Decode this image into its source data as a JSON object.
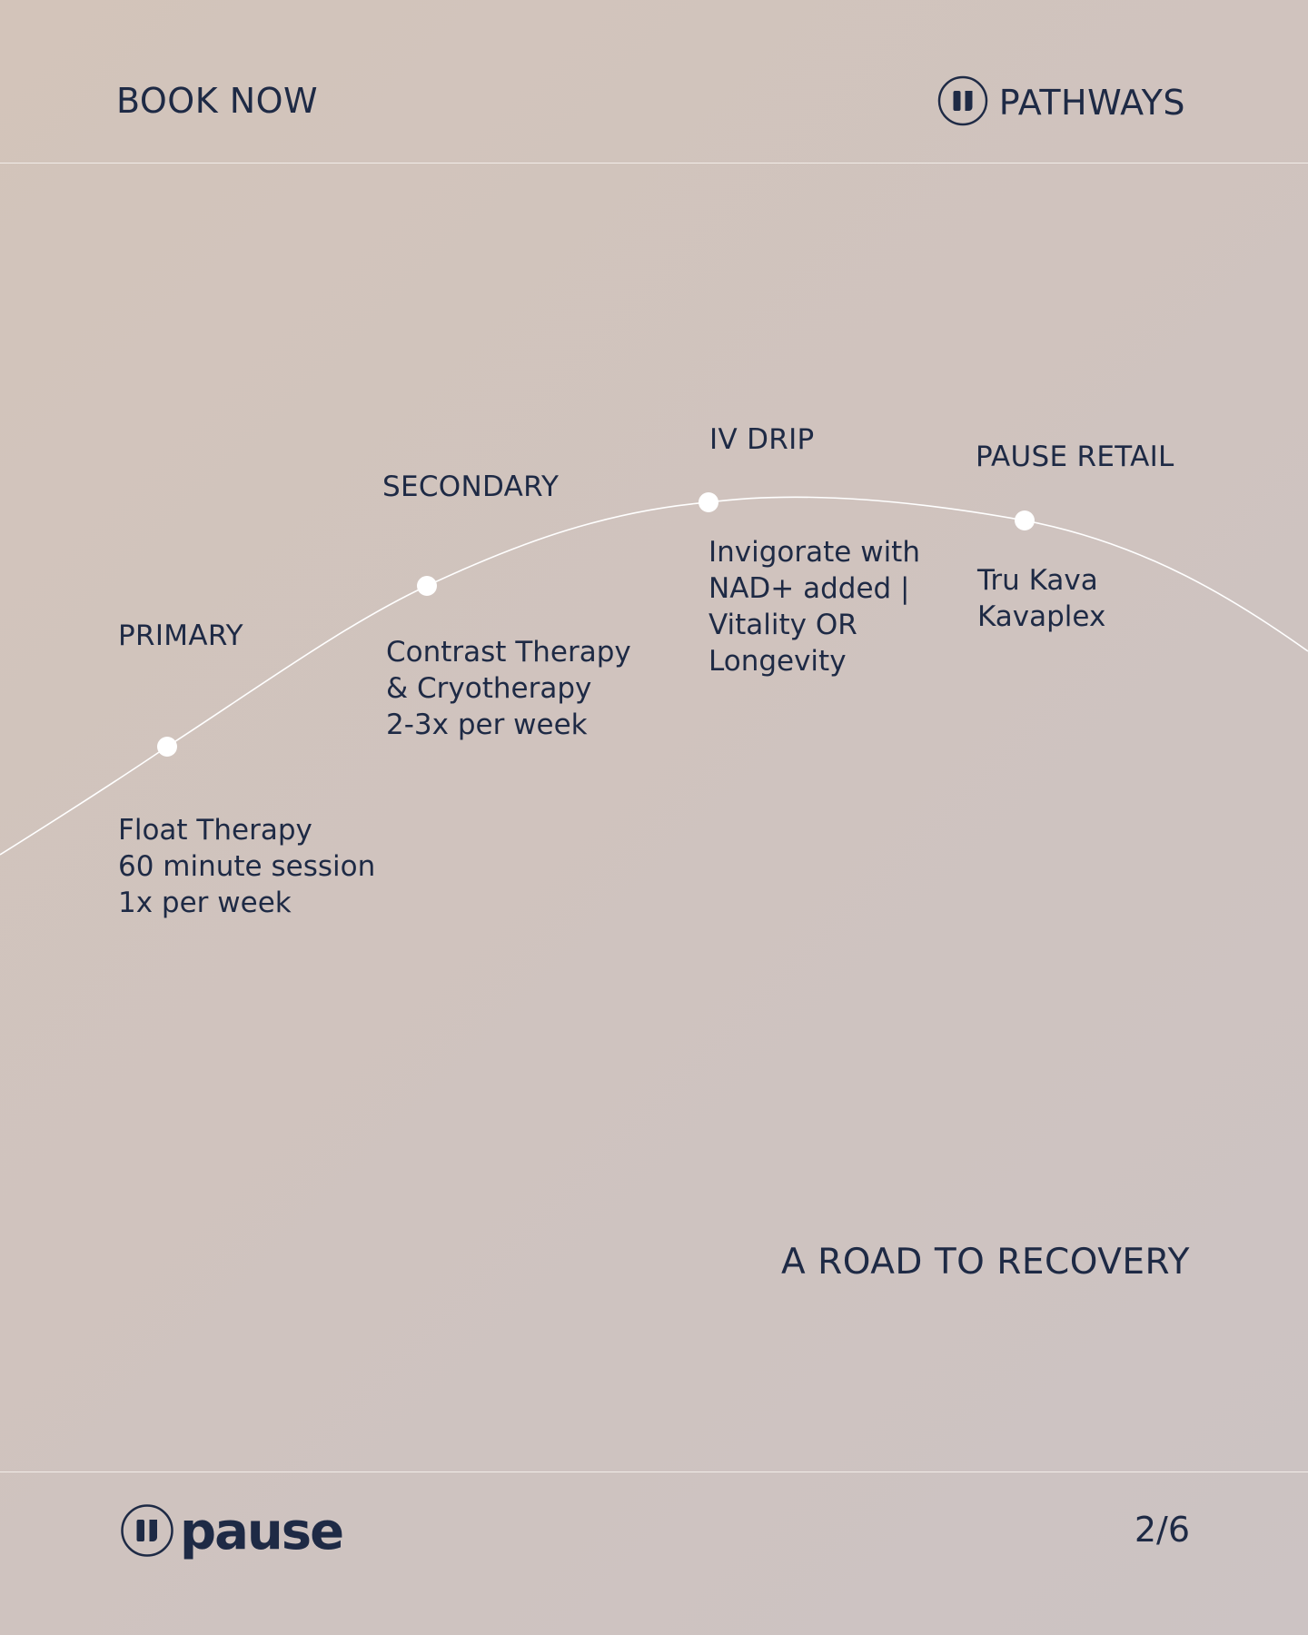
{
  "header": {
    "book_now": "BOOK NOW",
    "pathways": "PATHWAYS",
    "pathways_icon": "pause-logo-icon"
  },
  "stages": {
    "primary": {
      "label": "PRIMARY",
      "description": "Float Therapy\n60 minute session\n1x per week"
    },
    "secondary": {
      "label": "SECONDARY",
      "description": "Contrast Therapy\n& Cryotherapy\n2-3x per week"
    },
    "iv_drip": {
      "label": "IV DRIP",
      "description": "Invigorate with\nNAD+ added |\nVitality OR\nLongevity"
    },
    "pause_retail": {
      "label": "PAUSE RETAIL",
      "description": "Tru Kava\nKavaplex"
    }
  },
  "tagline": "A ROAD TO RECOVERY",
  "footer": {
    "brand": "pause",
    "brand_icon": "pause-logo-icon",
    "page_counter": "2/6"
  },
  "colors": {
    "background": "#d0c4be",
    "text": "#1e2a45",
    "line": "#ffffff"
  }
}
